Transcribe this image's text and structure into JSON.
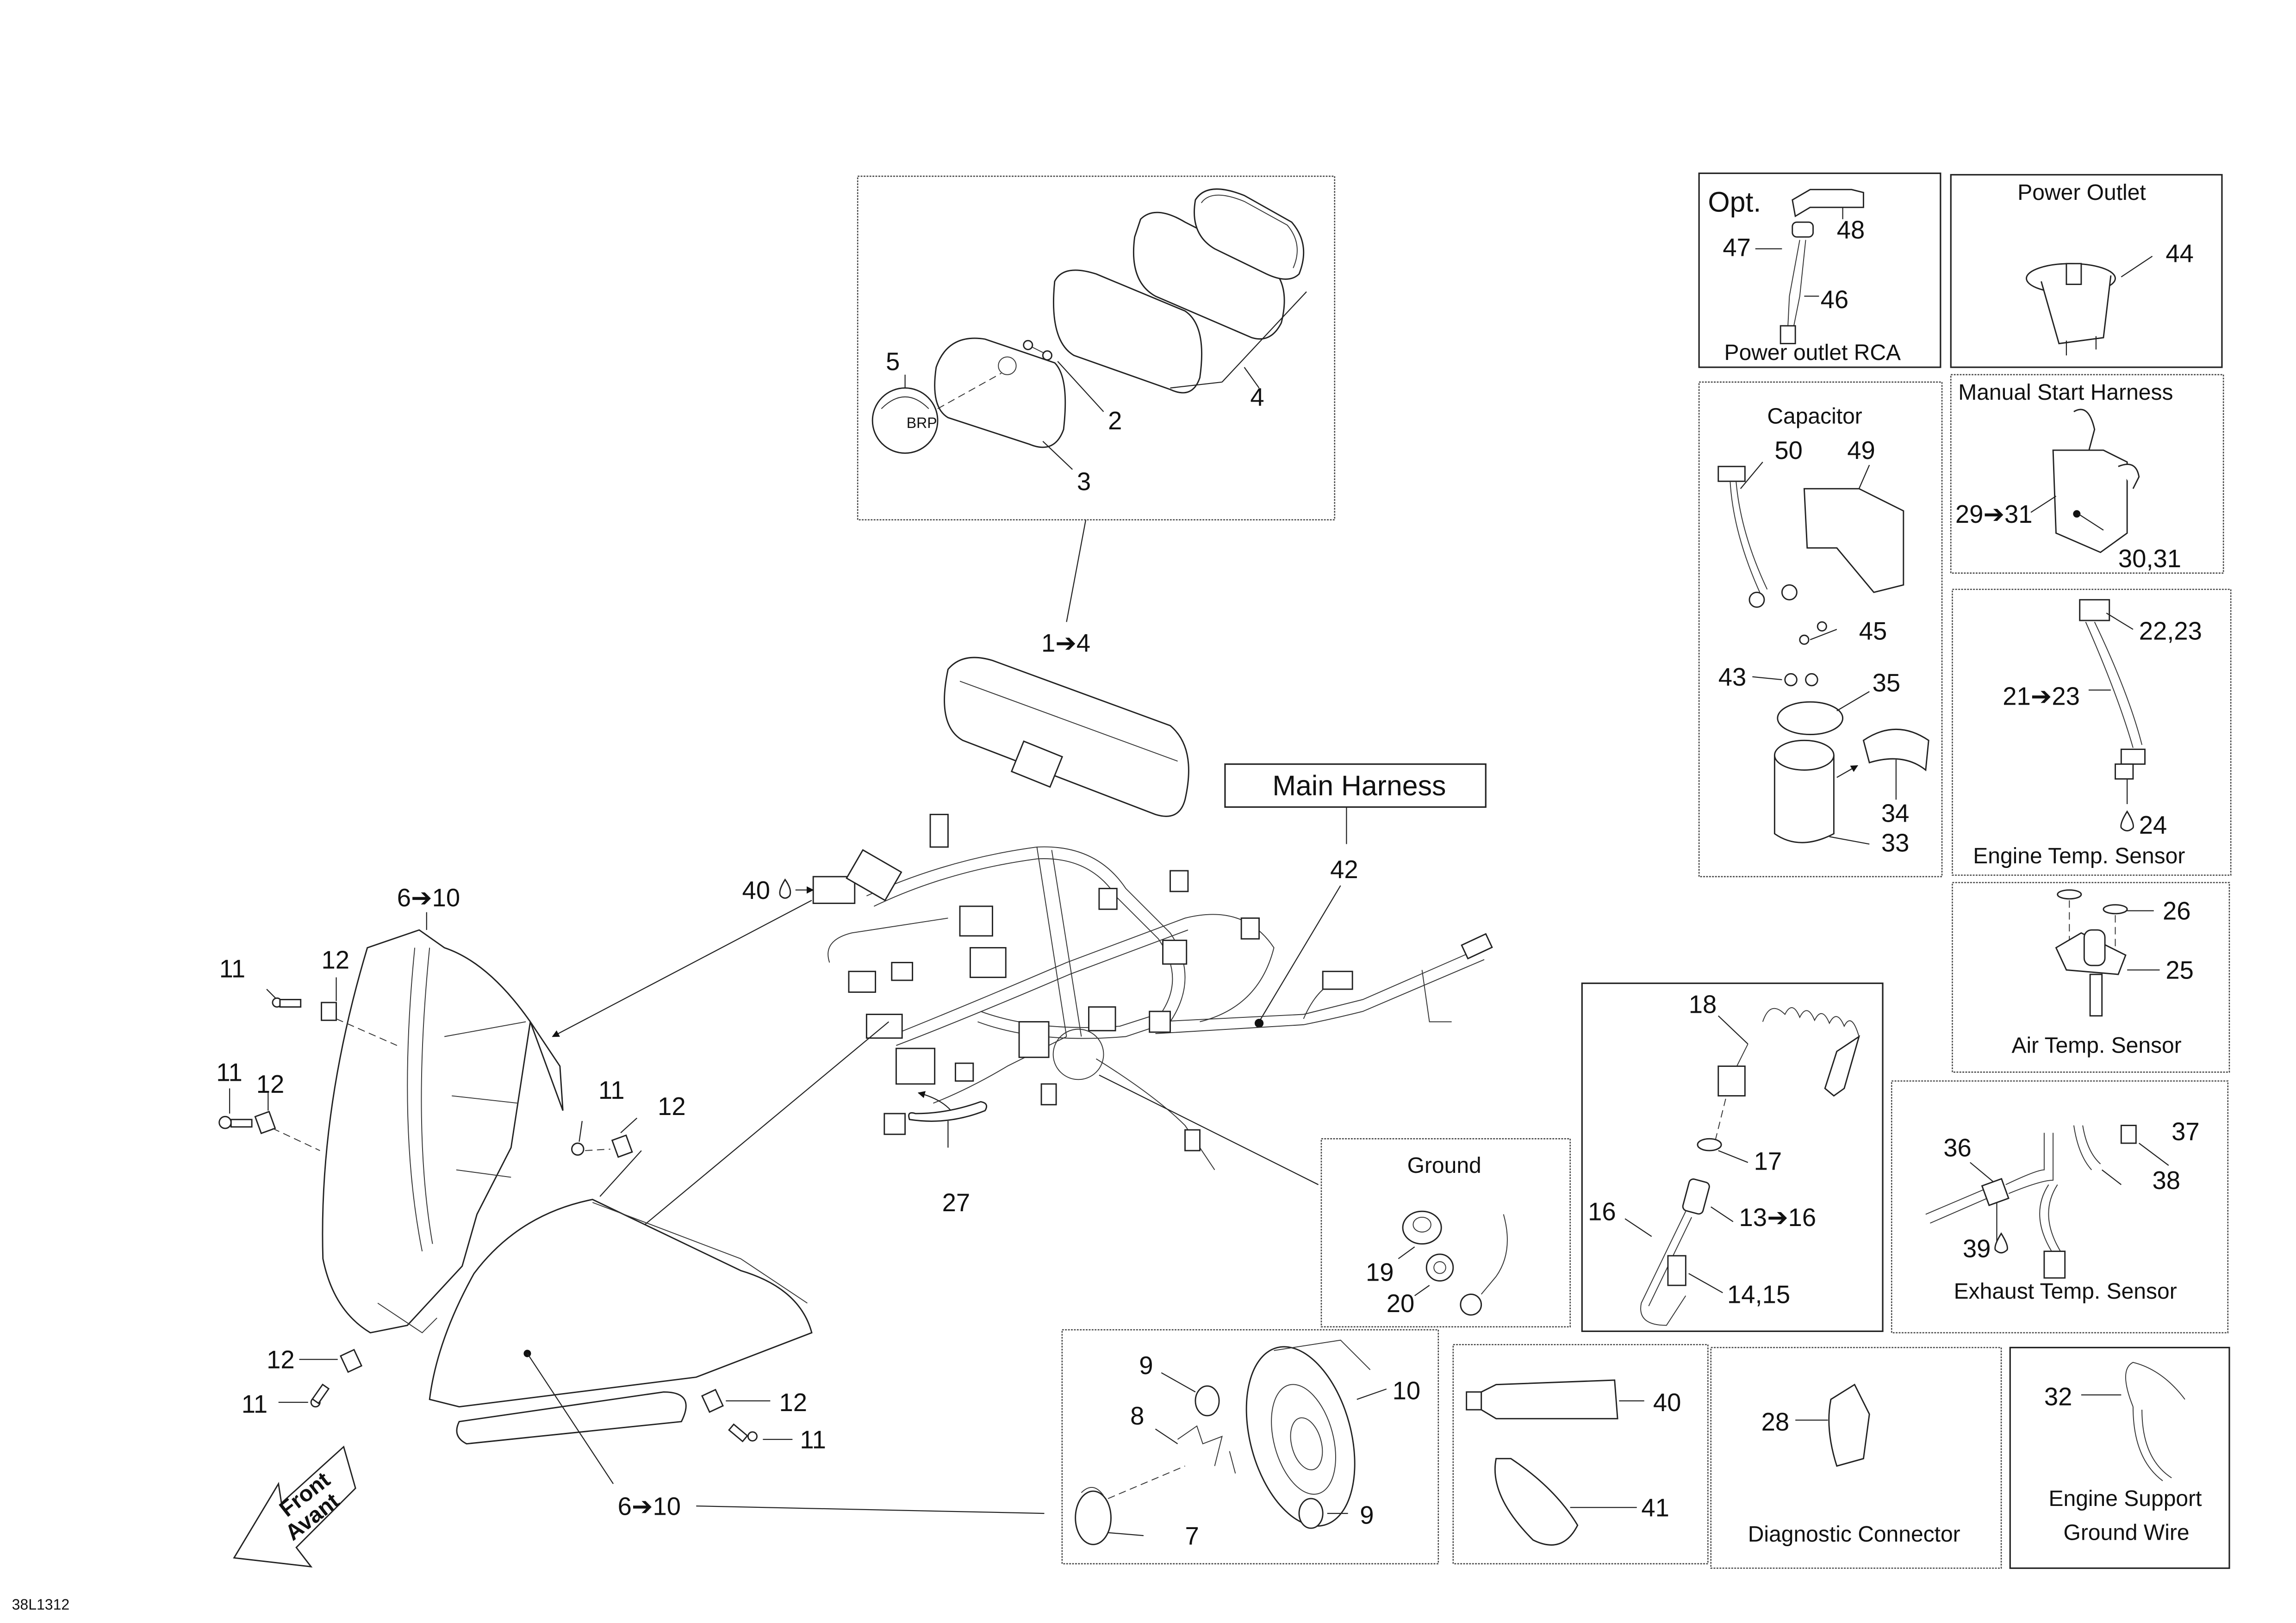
{
  "document": {
    "drawing_number": "38L1312",
    "type": "exploded parts diagram"
  },
  "groups": {
    "gauge": {
      "callouts": [
        "5",
        "2",
        "3",
        "4"
      ],
      "assembly_ref": "1➔4",
      "logo_text": "BRP"
    },
    "main_harness": {
      "title": "Main Harness",
      "callout": "42"
    },
    "opt_rca": {
      "prefix": "Opt.",
      "title": "Power outlet RCA",
      "callouts": [
        "47",
        "48",
        "46"
      ]
    },
    "power_outlet": {
      "title": "Power Outlet",
      "callouts": [
        "44"
      ]
    },
    "capacitor": {
      "title": "Capacitor",
      "callouts": [
        "50",
        "49",
        "45",
        "43",
        "35",
        "34",
        "33"
      ]
    },
    "manual_start": {
      "title": "Manual Start Harness",
      "callouts": [
        "29➔31",
        "30,31"
      ]
    },
    "engine_temp": {
      "title": "Engine Temp. Sensor",
      "callouts": [
        "22,23",
        "21➔23",
        "24"
      ]
    },
    "air_temp": {
      "title": "Air Temp. Sensor",
      "callouts": [
        "26",
        "25"
      ]
    },
    "dess": {
      "callouts": [
        "18",
        "17",
        "16",
        "13➔16",
        "14,15"
      ]
    },
    "exhaust_temp": {
      "title": "Exhaust Temp. Sensor",
      "callouts": [
        "36",
        "37",
        "38",
        "39"
      ]
    },
    "ground": {
      "title": "Ground",
      "callouts": [
        "19",
        "20"
      ]
    },
    "headlamp_bulb": {
      "callouts": [
        "9",
        "10",
        "8",
        "7",
        "9"
      ]
    },
    "grease_tie": {
      "callouts": [
        "40",
        "41"
      ]
    },
    "diagnostic": {
      "title": "Diagnostic Connector",
      "callouts": [
        "28"
      ]
    },
    "engine_ground": {
      "title_line1": "Engine Support",
      "title_line2": "Ground Wire",
      "callouts": [
        "32"
      ]
    },
    "headlight": {
      "upper_ref": "6➔10",
      "lower_ref": "6➔10",
      "fasteners": [
        "11",
        "12",
        "11",
        "12",
        "11",
        "12",
        "12",
        "11",
        "12",
        "11"
      ]
    },
    "harness_callouts": {
      "grease": "40",
      "hose": "27"
    },
    "front_arrow": {
      "line1": "Front",
      "line2": "Avant"
    }
  }
}
